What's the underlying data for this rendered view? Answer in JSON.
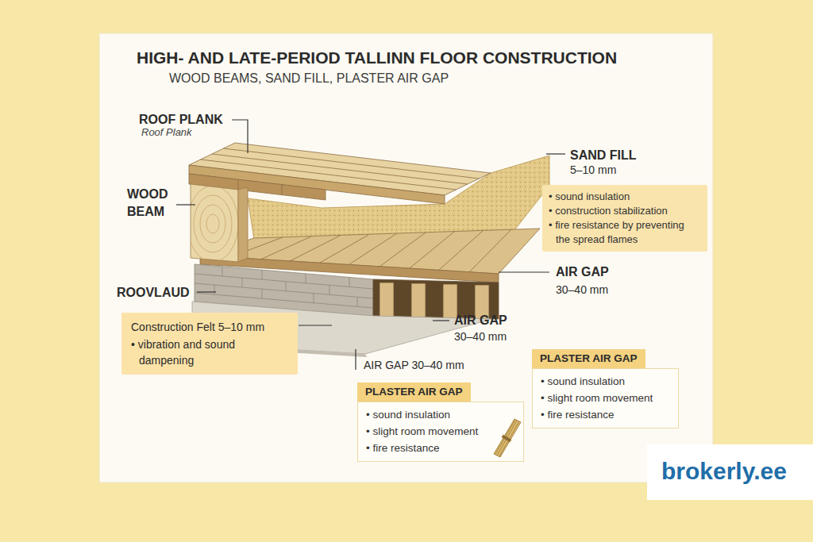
{
  "diagram": {
    "title": "HIGH- AND LATE-PERIOD TALLINN FLOOR CONSTRUCTION",
    "nodes": [
      {
        "text": [
          "SAND FILL",
          "5–10 mm",
          "• sound insulation",
          "• construction stabilization",
          "• fire resistance by preventing the spread flames"
        ]
      },
      {
        "text": [
          "Construction Felt 5–10 mm",
          "• vibration and sound dampening"
        ]
      },
      {
        "text": [
          "PLASTER AIR GAP",
          "• sound insulation",
          "• slight room movement",
          "• fire resistance"
        ]
      },
      {
        "text": [
          "PLASTER AIR GAP",
          "• sound insulation",
          "• slight room movement",
          "• fire resistance"
        ]
      }
    ],
    "labels": [
      "WOOD BEAMS, SAND FILL, PLASTER AIR GAP",
      "ROOF PLANK",
      "Roof Plank",
      "WOOD BEAM",
      "ROOVLAUD",
      "AIR GAP",
      "30–40 mm",
      "AIR GAP",
      "30–40 mm",
      "AIR GAP 30–40 mm",
      "brokerly.ee"
    ]
  }
}
